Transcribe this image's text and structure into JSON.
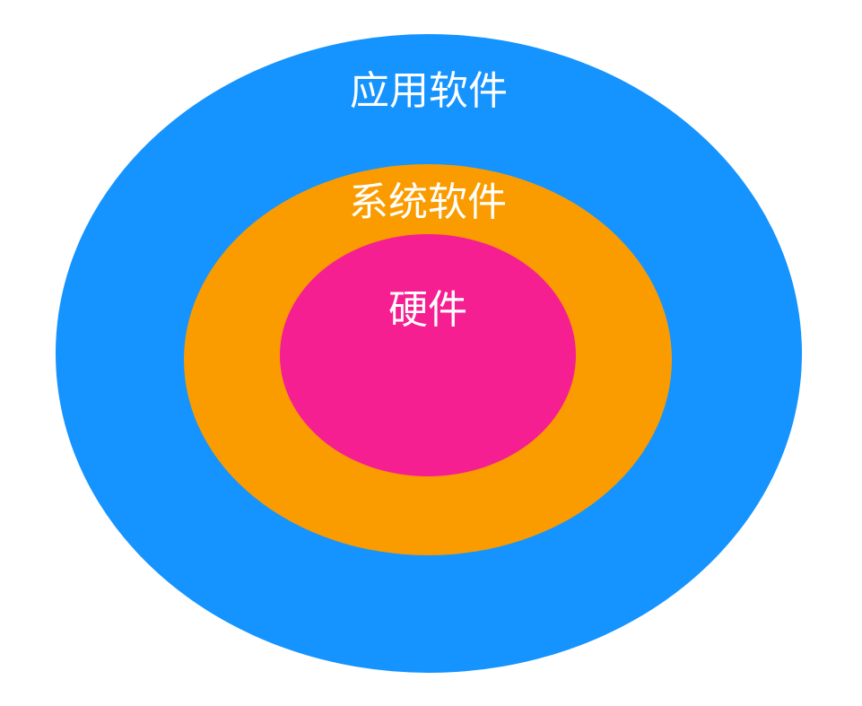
{
  "diagram": {
    "layers": [
      {
        "id": "outer",
        "label": "应用软件",
        "color": "#1593FF"
      },
      {
        "id": "middle",
        "label": "系统软件",
        "color": "#FA9C00"
      },
      {
        "id": "inner",
        "label": "硬件",
        "color": "#F51F92"
      }
    ],
    "text_color": "#FFFFFF"
  }
}
